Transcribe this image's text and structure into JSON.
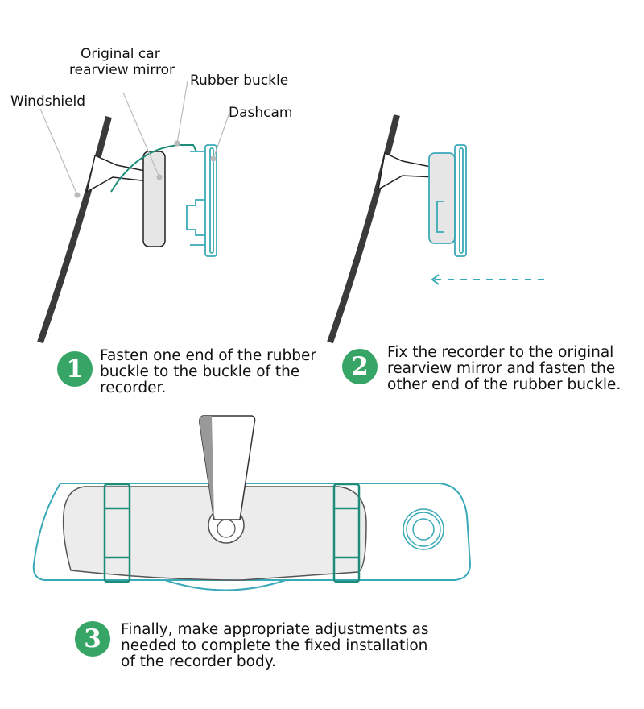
{
  "labels": {
    "mirror_line1": "Original car",
    "mirror_line2": "rearview mirror",
    "rubber_buckle": "Rubber buckle",
    "windshield": "Windshield",
    "dashcam": "Dashcam"
  },
  "steps": [
    {
      "number": "1",
      "lines": [
        "Fasten one end of the rubber",
        "buckle to the buckle of the",
        "recorder."
      ]
    },
    {
      "number": "2",
      "lines": [
        "Fix the recorder to the original",
        "rearview mirror and fasten the",
        "other end of the rubber buckle."
      ]
    },
    {
      "number": "3",
      "lines": [
        "Finally, make appropriate adjustments as",
        "needed to complete the fixed installation",
        "of the recorder body."
      ]
    }
  ],
  "colors": {
    "teal": "#3aa9b8",
    "green_strap": "#1f8c7a",
    "badge": "#36a566",
    "windshield": "#3a3a3a"
  }
}
